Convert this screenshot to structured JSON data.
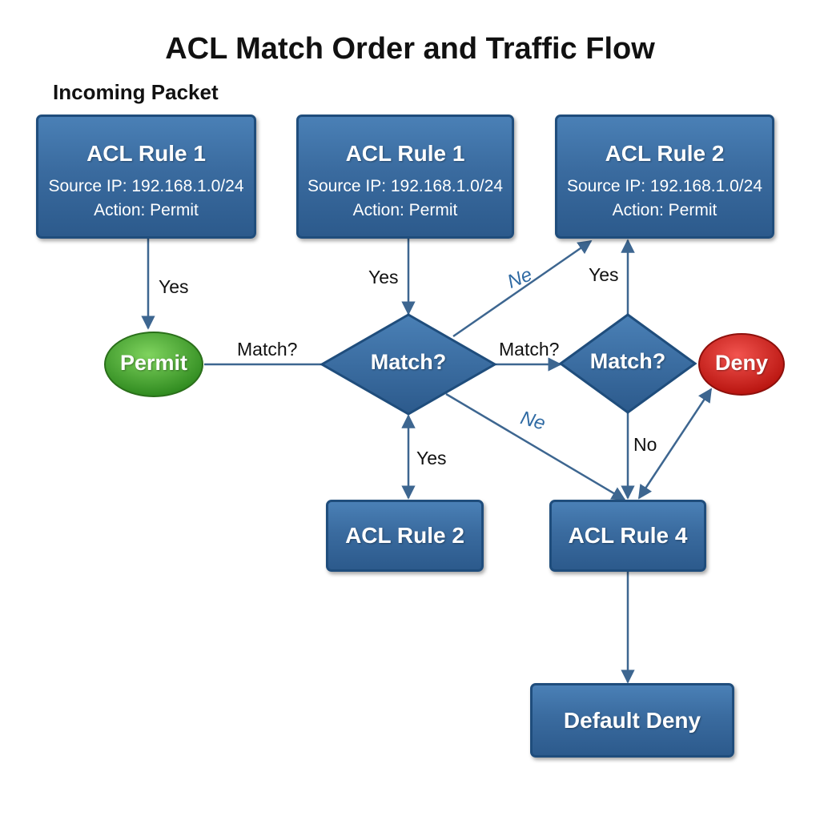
{
  "title": "ACL Match Order and Traffic Flow",
  "subtitle": "Incoming Packet",
  "nodes": {
    "rule1_left": {
      "title": "ACL Rule 1",
      "line1": "Source IP: 192.168.1.0/24",
      "line2": "Action: Permit"
    },
    "rule1_mid": {
      "title": "ACL Rule 1",
      "line1": "Source IP: 192.168.1.0/24",
      "line2": "Action: Permit"
    },
    "rule2_top": {
      "title": "ACL Rule 2",
      "line1": "Source IP: 192.168.1.0/24",
      "line2": "Action: Permit"
    },
    "permit": {
      "label": "Permit"
    },
    "match_mid": {
      "label": "Match?"
    },
    "match_right": {
      "label": "Match?"
    },
    "deny": {
      "label": "Deny"
    },
    "rule2_bottom": {
      "title": "ACL Rule 2"
    },
    "rule4": {
      "title": "ACL Rule 4"
    },
    "default_deny": {
      "title": "Default Deny"
    }
  },
  "edge_labels": {
    "rule1_left_to_permit": "Yes",
    "rule1_mid_to_match": "Yes",
    "permit_to_match": "Match?",
    "match_mid_to_match_right": "Match?",
    "match_mid_to_rule2_top": "Ne",
    "match_mid_to_rule4": "Ne",
    "match_mid_to_rule2_bottom": "Yes",
    "match_right_to_rule2_top": "Yes",
    "match_right_to_rule4": "No"
  },
  "colors": {
    "box_fill": "#3a6b9f",
    "box_border": "#1f4d7c",
    "permit_green": "#3f9a2c",
    "deny_red": "#c8201c",
    "connector": "#3d6690"
  }
}
